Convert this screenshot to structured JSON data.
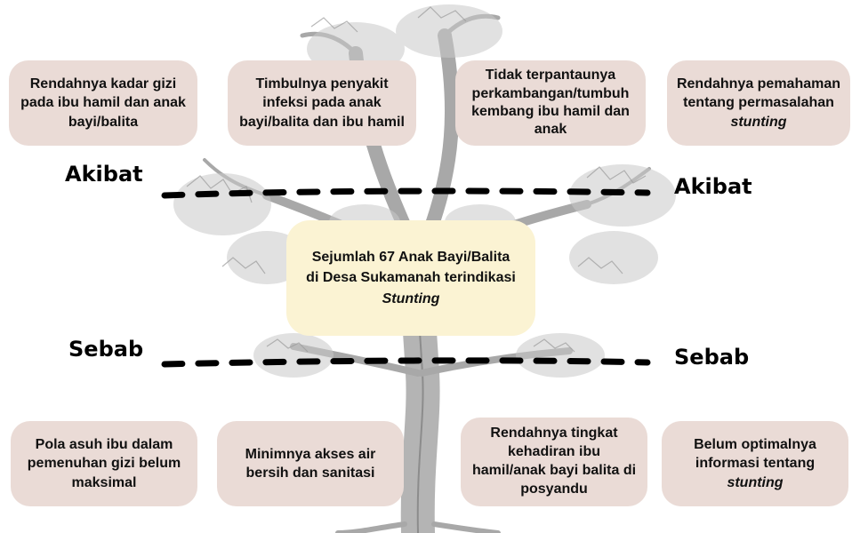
{
  "labels": {
    "effect_left": "Akibat",
    "effect_right": "Akibat",
    "cause_left": "Sebab",
    "cause_right": "Sebab"
  },
  "center": {
    "line1": "Sejumlah 67 Anak Bayi/Balita",
    "line2": "di Desa Sukamanah terindikasi",
    "line3": "Stunting"
  },
  "effects": [
    {
      "lines": [
        "Rendahnya kadar gizi",
        "pada ibu hamil dan anak",
        "bayi/balita"
      ],
      "italic": ""
    },
    {
      "lines": [
        "Timbulnya penyakit",
        "infeksi pada anak",
        "bayi/balita dan ibu hamil"
      ],
      "italic": ""
    },
    {
      "lines": [
        "Tidak terpantaunya",
        "perkambangan/tumbuh",
        "kembang ibu hamil dan",
        "anak"
      ],
      "italic": ""
    },
    {
      "lines": [
        "Rendahnya pemahaman",
        "tentang permasalahan"
      ],
      "italic": "stunting"
    }
  ],
  "causes": [
    {
      "lines": [
        "Pola asuh ibu dalam",
        "pemenuhan gizi belum",
        "maksimal"
      ],
      "italic": ""
    },
    {
      "lines": [
        "Minimnya akses air",
        "bersih dan sanitasi"
      ],
      "italic": ""
    },
    {
      "lines": [
        "Rendahnya tingkat",
        "kehadiran ibu",
        "hamil/anak bayi balita di",
        "posyandu"
      ],
      "italic": ""
    },
    {
      "lines": [
        "Belum optimalnya",
        "informasi tentang"
      ],
      "italic": "stunting"
    }
  ],
  "colors": {
    "effect_box": "#eadbd6",
    "cause_box": "#eadbd6",
    "center_box": "#fbf3d3",
    "tree": "#9a9a9a",
    "dash_line": "#000000"
  }
}
